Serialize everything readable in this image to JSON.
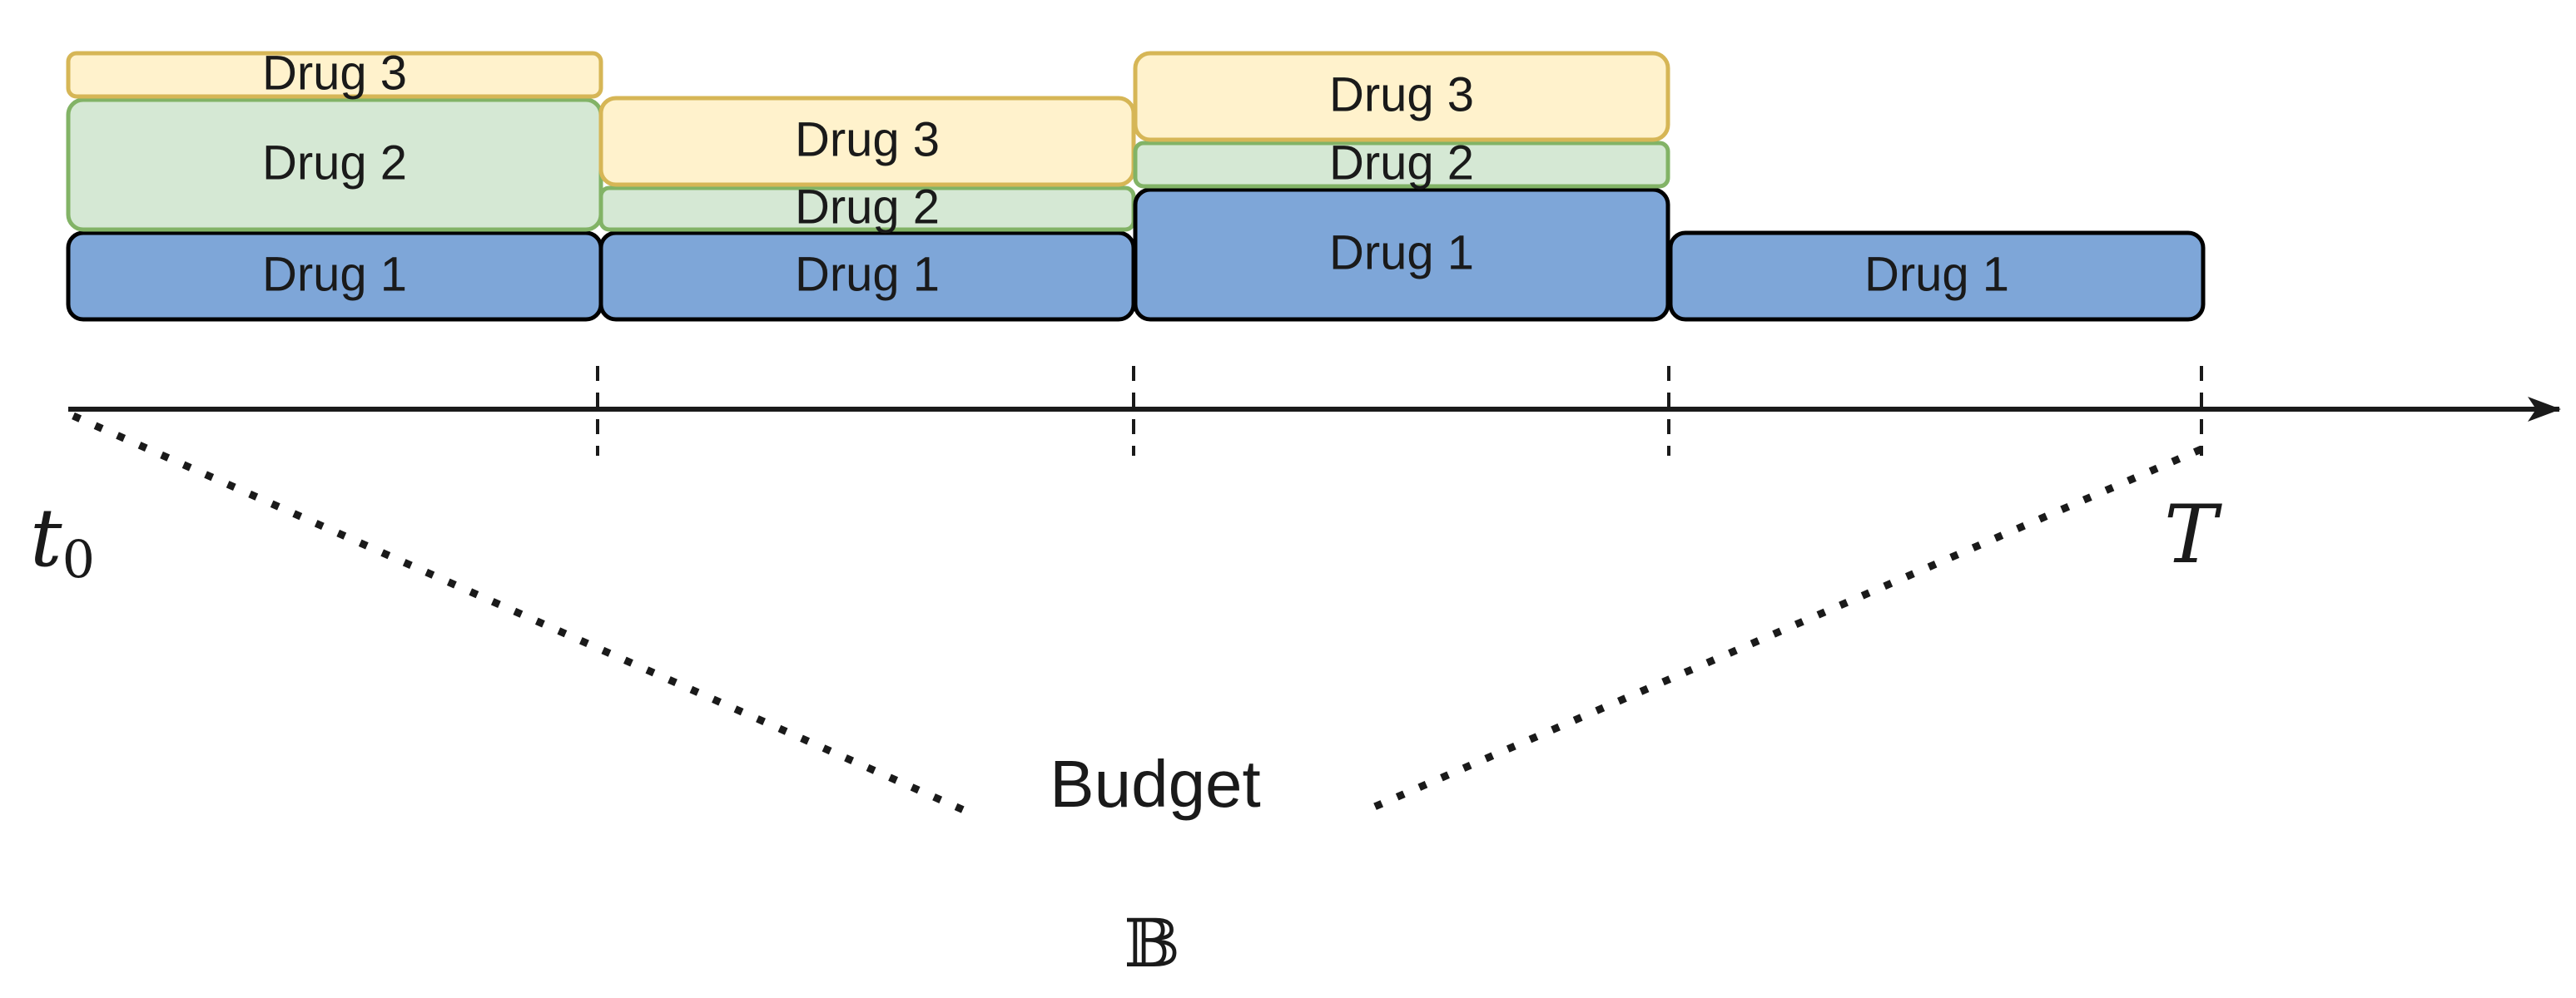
{
  "periods": [
    {
      "blocks": [
        {
          "label": "Drug 1",
          "drug": "drug1"
        },
        {
          "label": "Drug 2",
          "drug": "drug2"
        },
        {
          "label": "Drug 3",
          "drug": "drug3"
        }
      ]
    },
    {
      "blocks": [
        {
          "label": "Drug 1",
          "drug": "drug1"
        },
        {
          "label": "Drug 2",
          "drug": "drug2"
        },
        {
          "label": "Drug 3",
          "drug": "drug3"
        }
      ]
    },
    {
      "blocks": [
        {
          "label": "Drug 1",
          "drug": "drug1"
        },
        {
          "label": "Drug 2",
          "drug": "drug2"
        },
        {
          "label": "Drug 3",
          "drug": "drug3"
        }
      ]
    },
    {
      "blocks": [
        {
          "label": "Drug 1",
          "drug": "drug1"
        }
      ]
    }
  ],
  "colors": {
    "drug1_fill": "#7ea6d8",
    "drug1_stroke": "#000000",
    "drug2_fill": "#d5e8d4",
    "drug2_stroke": "#82b366",
    "drug3_fill": "#fff2cc",
    "drug3_stroke": "#d6b656",
    "axis": "#1a1a1a"
  },
  "axis": {
    "start_label": "t",
    "start_subscript": "0",
    "end_label": "T"
  },
  "budget": {
    "label": "Budget",
    "symbol": "𝔹"
  }
}
